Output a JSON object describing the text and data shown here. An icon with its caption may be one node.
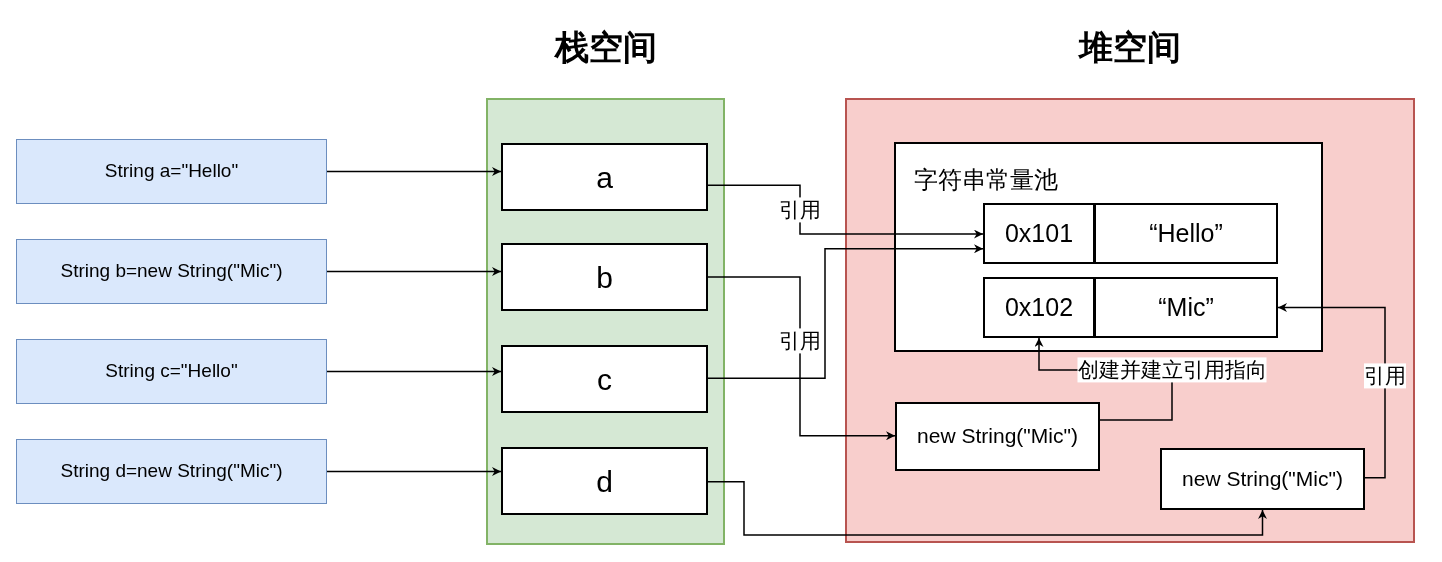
{
  "diagram": {
    "nodes": [
      {
        "text": [
          "String a=\"Hello\""
        ]
      },
      {
        "text": [
          "String b=new String(\"Mic\")"
        ]
      },
      {
        "text": [
          "String c=\"Hello\""
        ]
      },
      {
        "text": [
          "String d=new String(\"Mic\")"
        ]
      },
      {
        "text": [
          "栈空间"
        ]
      },
      {
        "text": [
          "a"
        ],
        "in": 4
      },
      {
        "text": [
          "b"
        ],
        "in": 4
      },
      {
        "text": [
          "c"
        ],
        "in": 4
      },
      {
        "text": [
          "d"
        ],
        "in": 4
      },
      {
        "text": [
          "堆空间"
        ]
      },
      {
        "text": [
          "字符串常量池"
        ],
        "in": 9
      },
      {
        "text": [
          "0x101"
        ],
        "in": 10
      },
      {
        "text": [
          "“Hello”"
        ],
        "in": 10
      },
      {
        "text": [
          "0x102"
        ],
        "in": 10
      },
      {
        "text": [
          "“Mic”"
        ],
        "in": 10
      },
      {
        "text": [
          "new String(\"Mic\")"
        ],
        "in": 9
      },
      {
        "text": [
          "new String(\"Mic\")"
        ],
        "in": 9
      }
    ],
    "edges": [
      {
        "from": 0,
        "to": 5,
        "arrow": "to"
      },
      {
        "from": 1,
        "to": 6,
        "arrow": "to"
      },
      {
        "from": 2,
        "to": 7,
        "arrow": "to"
      },
      {
        "from": 3,
        "to": 8,
        "arrow": "to"
      },
      {
        "from": 5,
        "to": 11,
        "arrow": "to",
        "label": "引用"
      },
      {
        "from": 7,
        "to": 11,
        "arrow": "to"
      },
      {
        "from": 6,
        "to": 15,
        "arrow": "to",
        "label": "引用"
      },
      {
        "from": 15,
        "to": 13,
        "arrow": "to",
        "label": "创建并建立引用指向"
      },
      {
        "from": 16,
        "to": 14,
        "arrow": "to",
        "label": "引用"
      },
      {
        "from": 8,
        "to": 16,
        "arrow": "to"
      }
    ]
  }
}
